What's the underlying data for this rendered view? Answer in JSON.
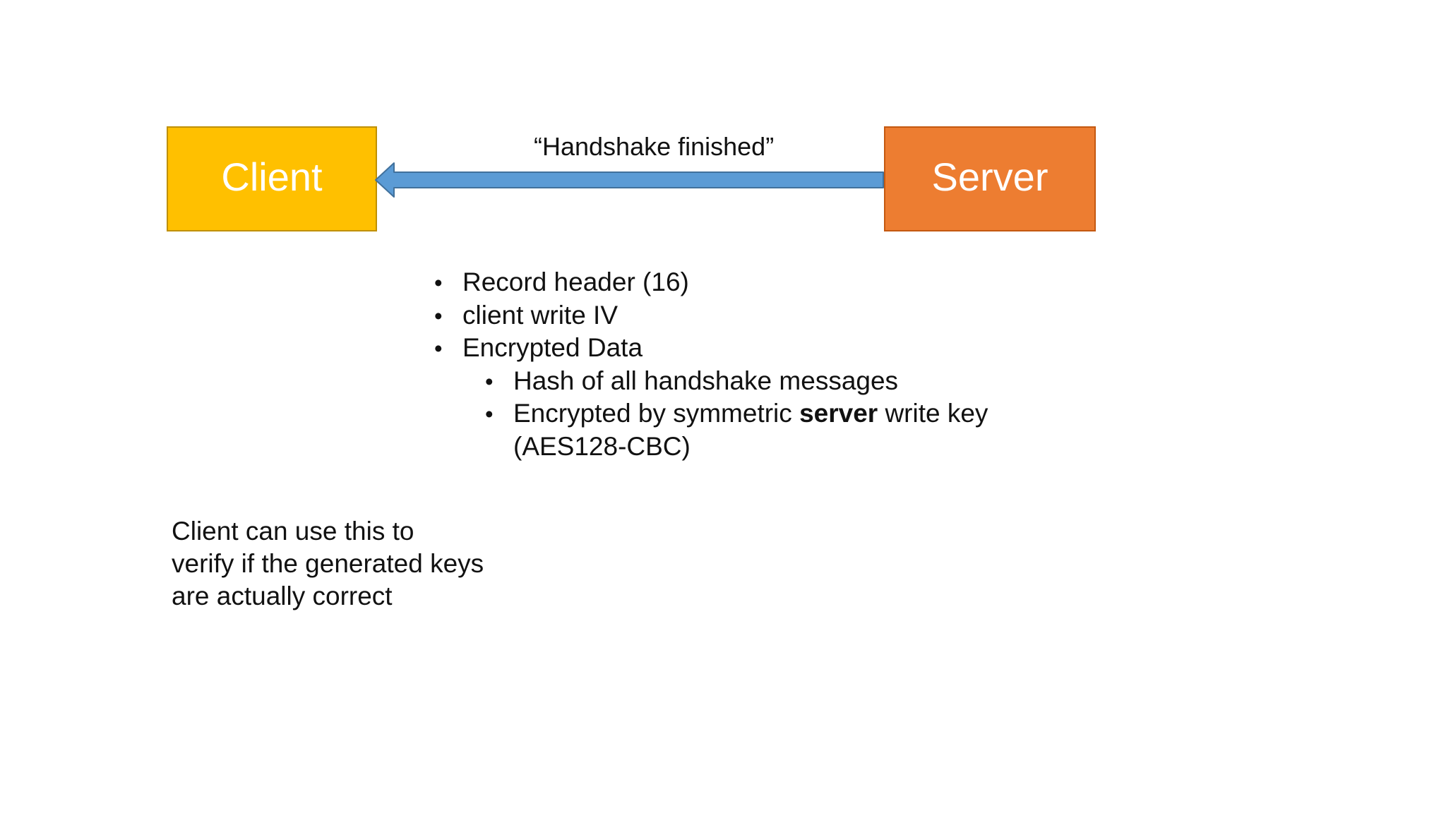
{
  "slide": {
    "background": "#ffffff",
    "text_color": "#111111",
    "bullet_glyph": "•",
    "client_box": {
      "label": "Client",
      "fill": "#FFC000",
      "border_color": "#BF9000",
      "text_color": "#FFFFFF"
    },
    "server_box": {
      "label": "Server",
      "fill": "#ED7D31",
      "border_color": "#C45911",
      "text_color": "#FFFFFF"
    },
    "arrow": {
      "label": "“Handshake finished”",
      "direction": "server-to-client",
      "fill": "#5B9BD5",
      "stroke": "#41719C"
    },
    "bullets": {
      "l1": [
        "Record header (16)",
        "client write IV",
        "Encrypted Data"
      ],
      "l2_hash": "Hash of all handshake messages",
      "l2_enc_prefix": "Encrypted by symmetric ",
      "l2_enc_bold": "server",
      "l2_enc_suffix": " write key",
      "l2_enc_cont": "(AES128-CBC)"
    },
    "note_lines": [
      "Client can use this to",
      "verify if the generated keys",
      "are actually correct"
    ]
  }
}
